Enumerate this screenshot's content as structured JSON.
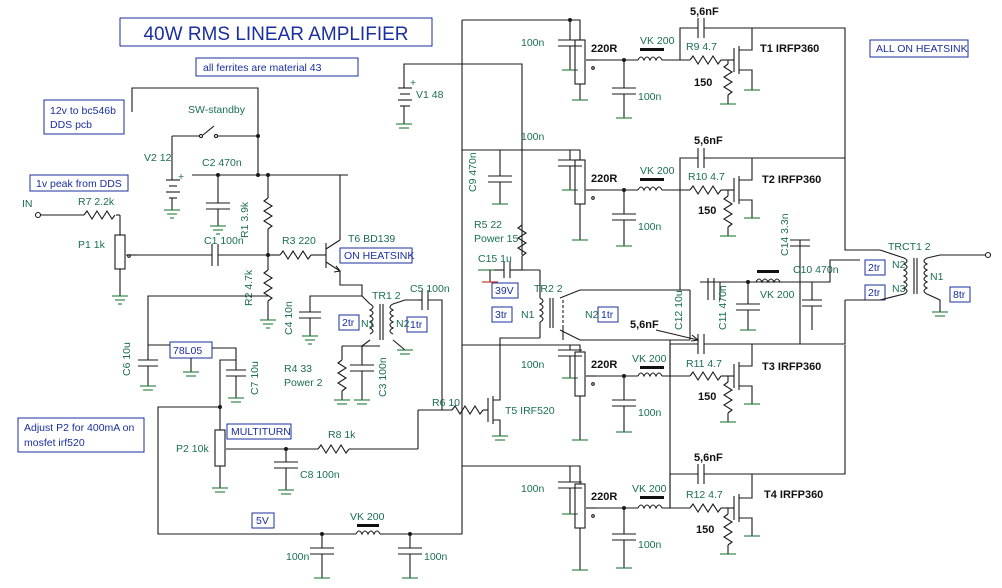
{
  "title": "40W RMS LINEAR AMPLIFIER",
  "notes": {
    "ferrites": "all ferrites are material 43",
    "heatsink_all": "ALL ON HEATSINK",
    "supply_line1": "12v to bc546b",
    "supply_line2": "DDS pcb",
    "drive": "1v peak from DDS",
    "adjust_line1": "Adjust P2 for 400mA on",
    "adjust_line2": "mosfet  irf520",
    "multiturn": "MULTITURN",
    "on_heatsink": "ON HEATSINK",
    "five_v": "5V",
    "v39": "39V"
  },
  "components": {
    "in": "IN",
    "r7": "R7 2.2k",
    "p1": "P1 1k",
    "c1": "C1 100n",
    "c2": "C2 470n",
    "v2": "V2 12",
    "sw": "SW-standby",
    "r1": "R1 3.9k",
    "r2": "R2 4.7k",
    "r3": "R3 220",
    "t6": "T6 BD139",
    "c4": "C4 10n",
    "r4a": "R4 33",
    "r4b": "Power 2",
    "c3": "C3 100n",
    "tr1": "TR1 2",
    "c5": "C5 100n",
    "c6": "C6 10u",
    "reg": "78L05",
    "c7": "C7 10u",
    "p2": "P2 10k",
    "r8": "R8 1k",
    "c8": "C8 100n",
    "r6": "R6 10",
    "t5": "T5 IRF520",
    "vk": "VK 200",
    "c100n": "100n",
    "v1": "V1 48",
    "c9": "C9 470n",
    "r5a": "R5 22",
    "r5b": "Power 15",
    "c15": "C15 1u",
    "tr2": "TR2 2",
    "r220": "220R",
    "c56": "5,6nF",
    "r150": "150",
    "r9": "R9 4.7",
    "r10": "R10 4.7",
    "r11": "R11 4.7",
    "r12": "R12 4.7",
    "t1": "T1  IRFP360",
    "t2": "T2  IRFP360",
    "t3": "T3  IRFP360",
    "t4": "T4  IRFP360",
    "c12": "C12 10u",
    "c11": "C11 470n",
    "c10": "C10 470n",
    "c14": "C14 3.3n",
    "trct1": "TRCT1 2",
    "n1": "N1",
    "n2": "N2",
    "n3": "N3",
    "tr_2": "2tr",
    "tr_1": "1tr",
    "tr_3": "3tr",
    "tr_8": "8tr"
  }
}
